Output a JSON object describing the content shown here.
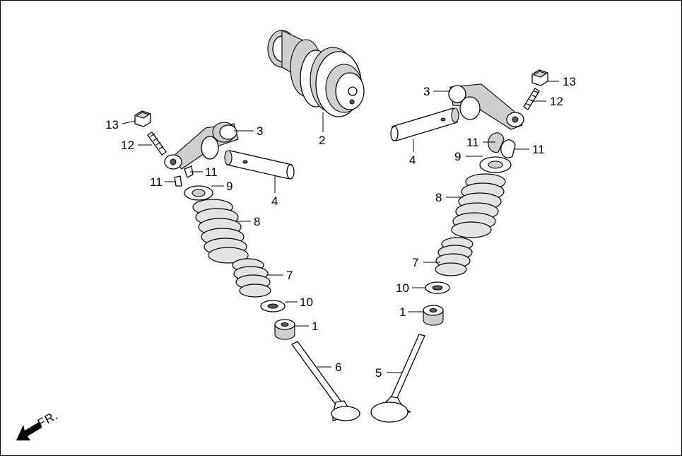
{
  "diagram": {
    "direction_label": "FR.",
    "callouts": [
      {
        "id": "c-2",
        "label": "2"
      },
      {
        "id": "c-3l",
        "label": "3"
      },
      {
        "id": "c-3r",
        "label": "3"
      },
      {
        "id": "c-4l",
        "label": "4"
      },
      {
        "id": "c-4r",
        "label": "4"
      },
      {
        "id": "c-13l",
        "label": "13"
      },
      {
        "id": "c-13r",
        "label": "13"
      },
      {
        "id": "c-12l",
        "label": "12"
      },
      {
        "id": "c-12r",
        "label": "12"
      },
      {
        "id": "c-11la",
        "label": "11"
      },
      {
        "id": "c-11lb",
        "label": "11"
      },
      {
        "id": "c-11ra",
        "label": "11"
      },
      {
        "id": "c-11rb",
        "label": "11"
      },
      {
        "id": "c-9l",
        "label": "9"
      },
      {
        "id": "c-9r",
        "label": "9"
      },
      {
        "id": "c-8l",
        "label": "8"
      },
      {
        "id": "c-8r",
        "label": "8"
      },
      {
        "id": "c-7l",
        "label": "7"
      },
      {
        "id": "c-7r",
        "label": "7"
      },
      {
        "id": "c-10l",
        "label": "10"
      },
      {
        "id": "c-10r",
        "label": "10"
      },
      {
        "id": "c-1l",
        "label": "1"
      },
      {
        "id": "c-1r",
        "label": "1"
      },
      {
        "id": "c-6",
        "label": "6"
      },
      {
        "id": "c-5",
        "label": "5"
      }
    ]
  }
}
